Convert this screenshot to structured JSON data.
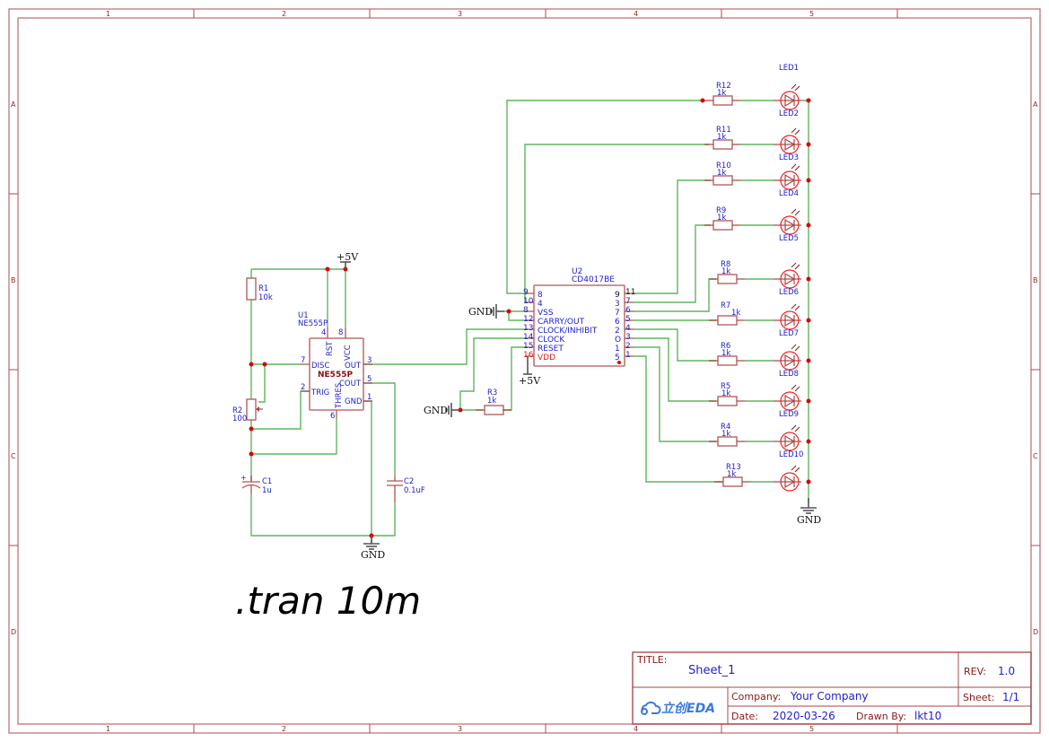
{
  "sheet": {
    "columns": [
      "1",
      "2",
      "3",
      "4",
      "5"
    ],
    "rows": [
      "A",
      "B",
      "C",
      "D"
    ]
  },
  "colors": {
    "wire": "#5fb55f",
    "component": "#a84444",
    "junction": "#dd0000",
    "label": "#2020c8",
    "led": "#f02020"
  },
  "directive": ".tran 10m",
  "power": {
    "vcc_top": "+5V",
    "vcc_u2": "+5V",
    "gnd_main": "GND",
    "gnd_vss": "GND",
    "gnd_r3": "GND",
    "gnd_led": "GND"
  },
  "u1": {
    "ref": "U1",
    "value": "NE555P",
    "body_label": "NE555P",
    "pins": {
      "rst": {
        "num": "4",
        "name": "RST"
      },
      "vcc": {
        "num": "8",
        "name": "VCC"
      },
      "disc": {
        "num": "7",
        "name": "DISC"
      },
      "trig": {
        "num": "2",
        "name": "TRIG"
      },
      "thres": {
        "num": "6",
        "name": "THRES"
      },
      "out": {
        "num": "3",
        "name": "OUT"
      },
      "cout": {
        "num": "5",
        "name": "COUT"
      },
      "gnd": {
        "num": "1",
        "name": "GND"
      }
    }
  },
  "u2": {
    "ref": "U2",
    "value": "CD4017BE",
    "left_pins": [
      {
        "num": "9",
        "name": "8"
      },
      {
        "num": "10",
        "name": "4"
      },
      {
        "num": "8",
        "name": "VSS"
      },
      {
        "num": "12",
        "name": "CARRY/OUT"
      },
      {
        "num": "13",
        "name": "CLOCK/INHIBIT"
      },
      {
        "num": "14",
        "name": "CLOCK"
      },
      {
        "num": "15",
        "name": "RESET"
      },
      {
        "num": "16",
        "name": "VDD"
      }
    ],
    "right_pins": [
      {
        "num": "11",
        "name": "9"
      },
      {
        "num": "7",
        "name": "3"
      },
      {
        "num": "6",
        "name": "7"
      },
      {
        "num": "5",
        "name": "6"
      },
      {
        "num": "4",
        "name": "2"
      },
      {
        "num": "3",
        "name": "O"
      },
      {
        "num": "2",
        "name": "1"
      },
      {
        "num": "1",
        "name": "5"
      }
    ]
  },
  "passives": {
    "r1": {
      "ref": "R1",
      "value": "10k"
    },
    "r2": {
      "ref": "R2",
      "value": "100"
    },
    "r3": {
      "ref": "R3",
      "value": "1k"
    },
    "c1": {
      "ref": "C1",
      "value": "1u"
    },
    "c2": {
      "ref": "C2",
      "value": "0.1uF"
    }
  },
  "led_rows": [
    {
      "res": "R12",
      "val": "1k",
      "led": "LED2",
      "led_top": "LED1"
    },
    {
      "res": "R11",
      "val": "1k",
      "led": "LED3"
    },
    {
      "res": "R10",
      "val": "1k",
      "led": "LED4"
    },
    {
      "res": "R9",
      "val": "1k",
      "led": "LED5"
    },
    {
      "res": "R8",
      "val": "1k",
      "led": "LED6"
    },
    {
      "res": "R7",
      "val": "1k",
      "led": "LED7"
    },
    {
      "res": "R6",
      "val": "1k",
      "led": "LED8"
    },
    {
      "res": "R5",
      "val": "1k",
      "led": "LED9"
    },
    {
      "res": "R4",
      "val": "1k",
      "led": "LED10"
    },
    {
      "res": "R13",
      "val": "1k",
      "led": ""
    }
  ],
  "title_block": {
    "title_label": "TITLE:",
    "title": "Sheet_1",
    "rev_label": "REV:",
    "rev": "1.0",
    "company_label": "Company:",
    "company": "Your Company",
    "sheet_label": "Sheet:",
    "sheet": "1/1",
    "date_label": "Date:",
    "date": "2020-03-26",
    "drawn_label": "Drawn By:",
    "drawn": "lkt10",
    "logo": "立创EDA"
  }
}
